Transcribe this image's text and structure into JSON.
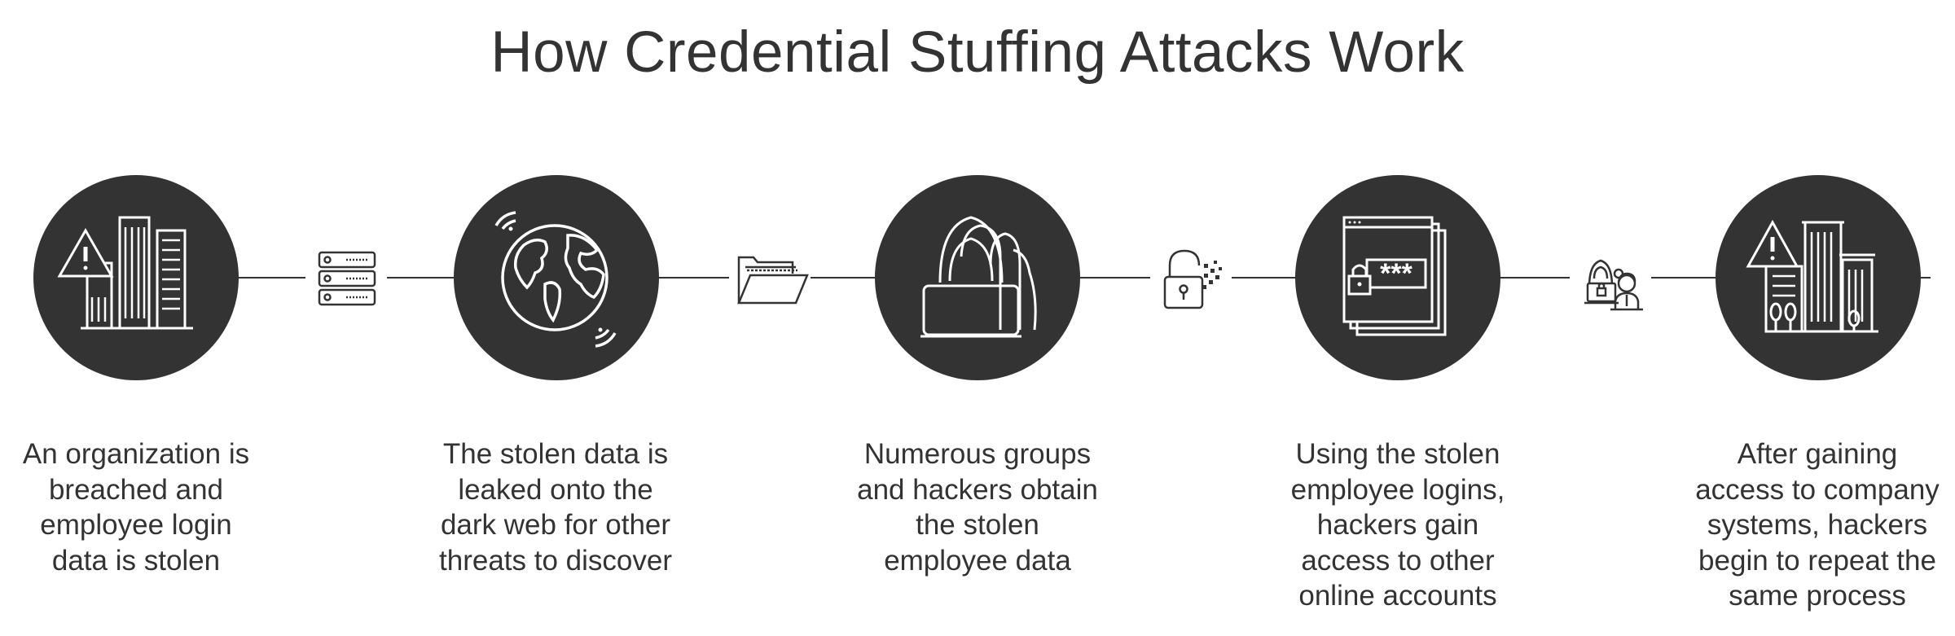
{
  "title": "How Credential Stuffing Attacks Work",
  "steps": [
    {
      "icon": "breached-building-icon",
      "caption": "An organization is breached and employee login data is stolen"
    },
    {
      "icon": "globe-icon",
      "caption": "The stolen data is leaked onto the dark web for other threats to discover"
    },
    {
      "icon": "hacker-group-icon",
      "caption": "Numerous groups and hackers obtain the stolen employee data"
    },
    {
      "icon": "password-window-icon",
      "caption": "Using the stolen employee logins, hackers gain access to other online accounts"
    },
    {
      "icon": "company-buildings-alert-icon",
      "caption": "After gaining access to company systems, hackers begin to repeat the same process"
    }
  ],
  "connectors": [
    {
      "icon": "server-icon"
    },
    {
      "icon": "folder-icon"
    },
    {
      "icon": "unlocked-padlock-icon"
    },
    {
      "icon": "hacker-and-employee-icon"
    }
  ],
  "colors": {
    "dark": "#333333",
    "background": "#ffffff",
    "icon_stroke": "#ffffff"
  }
}
